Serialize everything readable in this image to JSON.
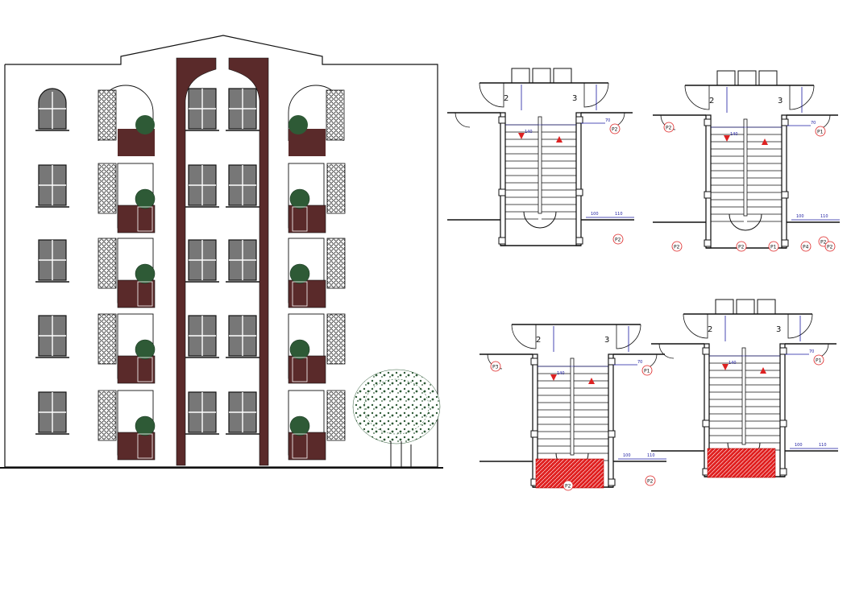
{
  "colors": {
    "line": "#111111",
    "brick": "#5a2a2a",
    "window_glass": "#777777",
    "foliage": "#2e5a36",
    "fire_red": "#dd2222",
    "dim_blue": "#1a1aa0",
    "hatch_red": "#e02020"
  },
  "plans": [
    {
      "id": "plan-top-left",
      "labels": {
        "left_no": "2",
        "right_no": "3",
        "p_tags": [
          "P2",
          "P2"
        ],
        "dim_a": "140",
        "dim_b": "70",
        "dim_c": "100",
        "dim_d": "110"
      }
    },
    {
      "id": "plan-top-right",
      "labels": {
        "left_no": "2",
        "right_no": "3",
        "p_tags": [
          "P1",
          "P2",
          "P2",
          "P2",
          "P1",
          "P4",
          "P2",
          "P2"
        ],
        "dim_a": "140",
        "dim_b": "70",
        "dim_c": "100",
        "dim_d": "110"
      }
    },
    {
      "id": "plan-bottom-left",
      "labels": {
        "left_no": "2",
        "right_no": "3",
        "p_tags": [
          "P1",
          "P2",
          "P3",
          "P2"
        ],
        "dim_a": "140",
        "dim_b": "70",
        "dim_c": "100",
        "dim_d": "110"
      }
    },
    {
      "id": "plan-bottom-right",
      "labels": {
        "left_no": "2",
        "right_no": "3",
        "p_tags": [
          "P1"
        ],
        "dim_a": "140",
        "dim_b": "70",
        "dim_c": "100",
        "dim_d": "110"
      }
    }
  ]
}
